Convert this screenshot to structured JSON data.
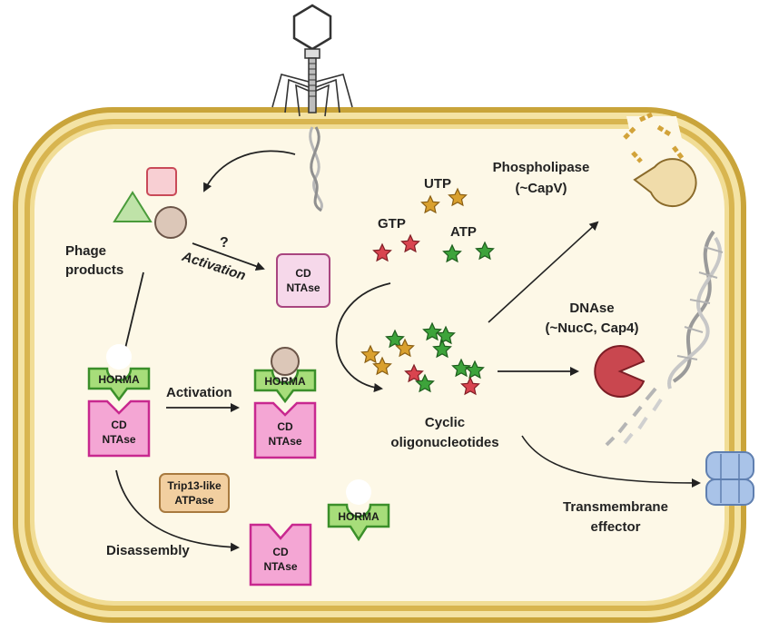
{
  "labels": {
    "phage_products_line1": "Phage",
    "phage_products_line2": "products",
    "question_mark": "?",
    "activation_upper": "Activation",
    "activation_middle": "Activation",
    "disassembly": "Disassembly",
    "utp": "UTP",
    "gtp": "GTP",
    "atp": "ATP",
    "cyclic_line1": "Cyclic",
    "cyclic_line2": "oligonucleotides",
    "phospholipase_line1": "Phospholipase",
    "phospholipase_line2": "(~CapV)",
    "dnase_line1": "DNAse",
    "dnase_line2": "(~NucC, Cap4)",
    "transmembrane_line1": "Transmembrane",
    "transmembrane_line2": "effector"
  },
  "boxes": {
    "cd_ntase_line1": "CD",
    "cd_ntase_line2": "NTAse",
    "horma": "HORMA",
    "trip13_line1": "Trip13-like",
    "trip13_line2": "ATPase"
  },
  "colors": {
    "cell_fill": "#fdf8e7",
    "membrane_outer": "#c9a43a",
    "membrane_inner": "#e8d48a",
    "cd_ntase_fill": "#f4a6d4",
    "cd_ntase_stroke": "#c8288f",
    "horma_fill": "#a7dd7a",
    "horma_stroke": "#3b8f2a",
    "trip13_fill": "#f2cfa0",
    "utp_star": "#d9a02e",
    "gtp_star": "#d9444f",
    "atp_star": "#3da33b",
    "dnase": "#c9474f",
    "phospholipase": "#f0dcaa",
    "transmembrane": "#a9c3e8"
  },
  "icons": [
    "phage-icon",
    "dna-helix-icon",
    "triangle-icon",
    "square-icon",
    "circle-icon",
    "star-icon",
    "pacman-enzyme-icon",
    "channel-icon"
  ]
}
